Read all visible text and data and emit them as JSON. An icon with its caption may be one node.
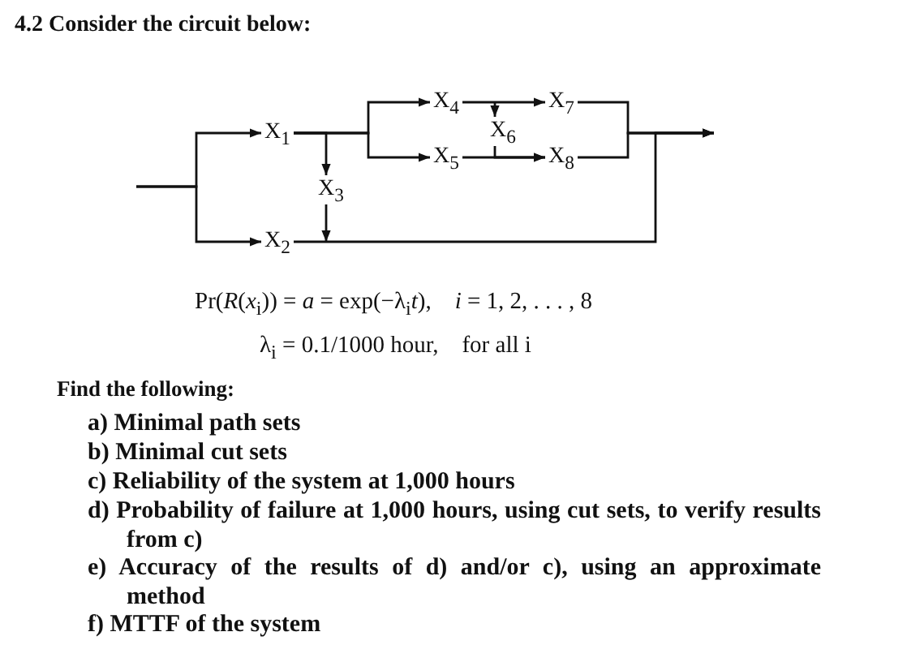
{
  "diagram": {
    "title": "4.2 Consider the circuit below:",
    "nodes": [
      {
        "text": [
          "X$_{1}$"
        ]
      },
      {
        "text": [
          "X$_{2}$"
        ]
      },
      {
        "text": [
          "X$_{3}$"
        ]
      },
      {
        "text": [
          "X$_{4}$"
        ]
      },
      {
        "text": [
          "X$_{5}$"
        ]
      },
      {
        "text": [
          "X$_{6}$"
        ]
      },
      {
        "text": [
          "X$_{7}$"
        ]
      },
      {
        "text": [
          "X$_{8}$"
        ]
      }
    ],
    "edges": [
      {
        "from": null,
        "to": 0,
        "arrow": "to"
      },
      {
        "from": null,
        "to": 1,
        "arrow": "to"
      },
      {
        "from": 0,
        "to": 2,
        "arrow": "to"
      },
      {
        "from": 0,
        "to": 3,
        "arrow": "to"
      },
      {
        "from": 0,
        "to": 4,
        "arrow": "to"
      },
      {
        "from": 2,
        "to": 1,
        "arrow": "to"
      },
      {
        "from": 1,
        "to": null,
        "arrow": "to"
      },
      {
        "from": 3,
        "to": 6,
        "arrow": "to"
      },
      {
        "from": 3,
        "to": 5,
        "arrow": "to"
      },
      {
        "from": 5,
        "to": 7,
        "arrow": "to"
      },
      {
        "from": 4,
        "to": 7,
        "arrow": "to"
      },
      {
        "from": 6,
        "to": null,
        "arrow": "to"
      },
      {
        "from": 7,
        "to": null,
        "arrow": "to"
      }
    ],
    "labels": [
      "Pr(*R*(*x*$_{i}$)) = *a* = exp(−λ$_{i}$*t*),    *i* = 1, 2, . . . , 8",
      "λ$_{i}$ = 0.1/1000 hour,    for all i",
      "Find the following:",
      "a) Minimal path sets",
      "b) Minimal cut sets",
      "c) Reliability of the system at 1,000 hours",
      "d) Probability of failure at 1,000 hours, using cut sets, to verify results from c)",
      "e) Accuracy of the results of d) and/or c), using an approximate method",
      "f) MTTF of the system"
    ]
  }
}
